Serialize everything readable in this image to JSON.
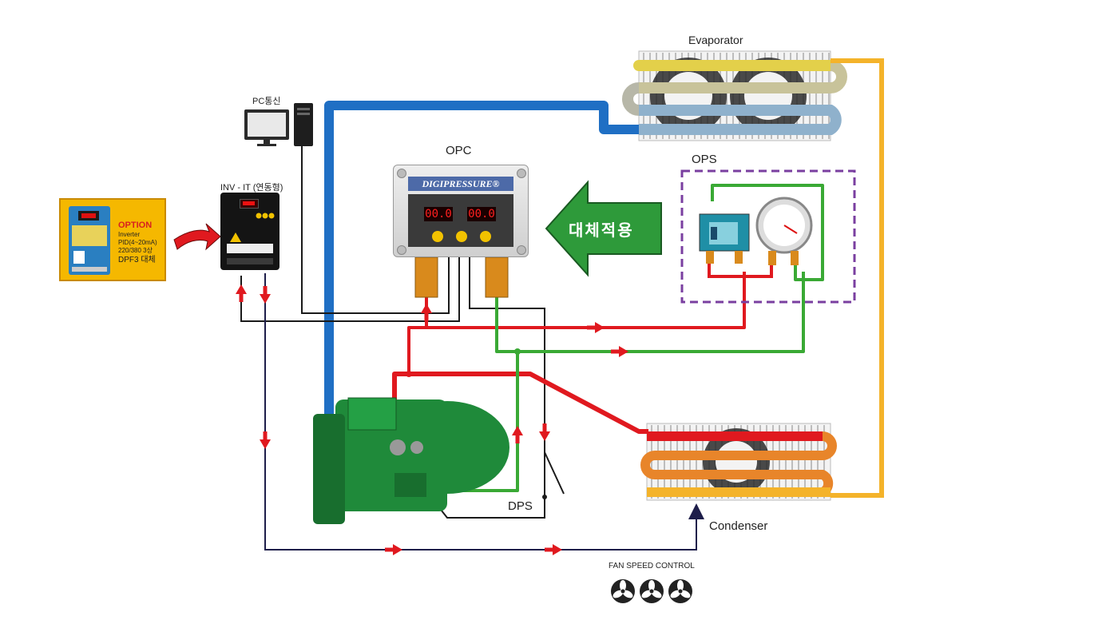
{
  "labels": {
    "evaporator": "Evaporator",
    "pc_comm": "PC통신",
    "opc": "OPC",
    "opc_brand": "DIGIPRESSURE®",
    "opc_display_left": "00.0",
    "opc_display_right": "00.0",
    "ops": "OPS",
    "inv": "INV - IT (연동형)",
    "replace_arrow": "대체적용",
    "dps": "DPS",
    "condenser": "Condenser",
    "fan_speed_control": "FAN SPEED CONTROL"
  },
  "option_box": {
    "title": "OPTION",
    "lines": [
      "Inverter",
      "PID(4~20mA)",
      "220/380 3상"
    ],
    "replace_text": "DPF3 대체"
  },
  "colors": {
    "high_pressure_line": "#e0191f",
    "low_pressure_line": "#3aa935",
    "suction_line": "#1f6fc4",
    "liquid_line": "#f4b32a",
    "signal_line": "#1a1a1a",
    "control_line": "#1e1e4a",
    "compressor": "#1f8a3a",
    "option_box": "#f5b800",
    "replace_arrow": "#2e9a3a",
    "ops_frame": "#7a3fa0"
  },
  "icons": {
    "pc": "monitor-icon",
    "tower": "pc-tower-icon",
    "fan": "fan-icon",
    "flow_arrow": "red-flow-arrow-icon"
  },
  "fan_count": 3
}
